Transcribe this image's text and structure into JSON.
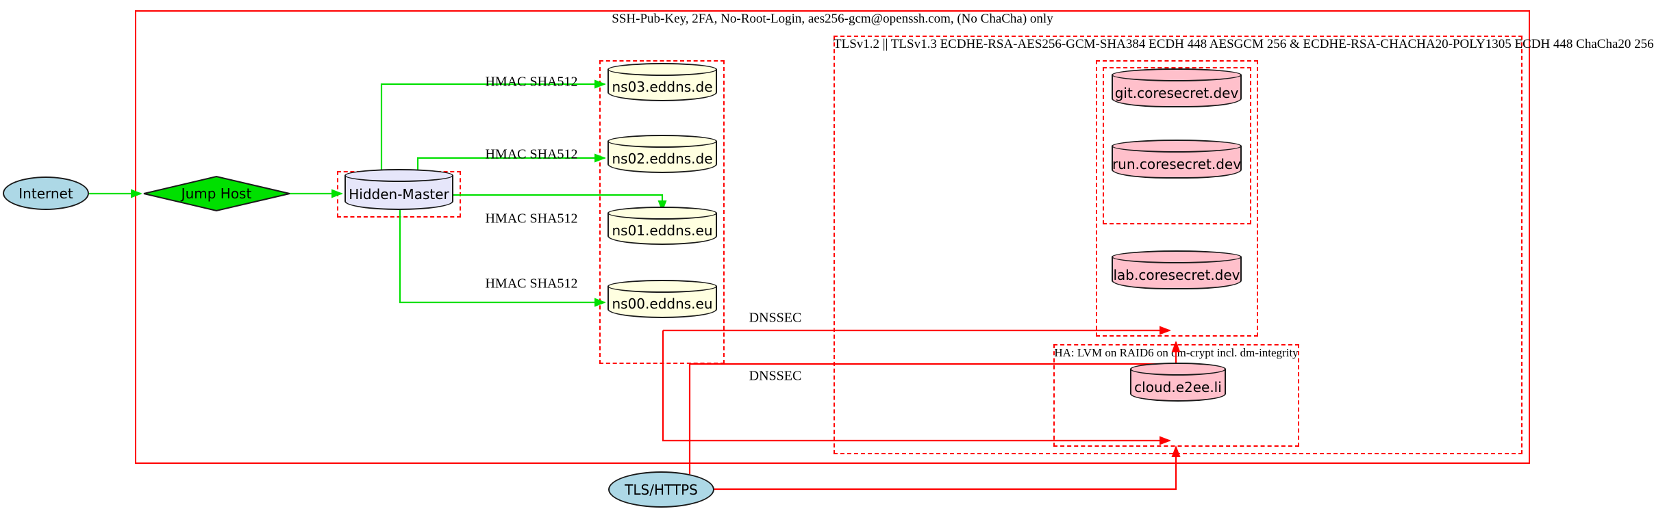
{
  "diagram": {
    "clusters": {
      "ssh_label": "SSH-Pub-Key, 2FA, No-Root-Login, aes256-gcm@openssh.com, (No ChaCha) only",
      "tls_label": "TLSv1.2 || TLSv1.3 ECDHE-RSA-AES256-GCM-SHA384 ECDH 448 AESGCM 256 & ECDHE-RSA-CHACHA20-POLY1305 ECDH 448 ChaCha20 256",
      "ha_label": "HA: LVM on RAID6 on dm-crypt incl. dm-integrity"
    },
    "nodes": {
      "internet": "Internet",
      "jump_host": "Jump Host",
      "hidden_master": "Hidden-Master",
      "ns03": "ns03.eddns.de",
      "ns02": "ns02.eddns.de",
      "ns01": "ns01.eddns.eu",
      "ns00": "ns00.eddns.eu",
      "git": "git.coresecret.dev",
      "run": "run.coresecret.dev",
      "lab": "lab.coresecret.dev",
      "cloud": "cloud.e2ee.li",
      "tls_https": "TLS/HTTPS"
    },
    "edge_labels": {
      "hmac_ns03": "HMAC SHA512",
      "hmac_ns02": "HMAC SHA512",
      "hmac_ns01": "HMAC SHA512",
      "hmac_ns00": "HMAC SHA512",
      "dnssec_upper": "DNSSEC",
      "dnssec_lower": "DNSSEC"
    },
    "colors": {
      "edge_green": "#00e000",
      "edge_red": "#ff0000",
      "node_blue": "#add8e6",
      "node_yellow": "#ffffe0",
      "node_lavender": "#e6e6fa",
      "node_pink": "#ffc0cb"
    }
  }
}
